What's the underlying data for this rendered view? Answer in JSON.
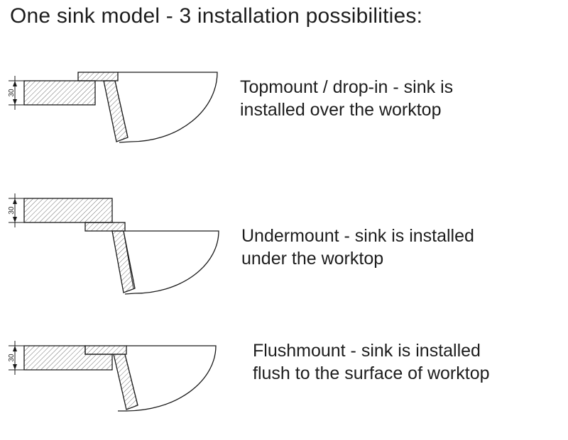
{
  "title": "One sink model - 3 installation possibilities:",
  "rows": [
    {
      "id": "topmount",
      "dimension": "30",
      "label_line1": "Topmount / drop-in - sink is",
      "label_line2": "installed over the worktop"
    },
    {
      "id": "undermount",
      "dimension": "30",
      "label_line1": "Undermount - sink is installed",
      "label_line2": "under the worktop"
    },
    {
      "id": "flushmount",
      "dimension": "30",
      "label_line1": "Flushmount - sink is installed",
      "label_line2": "flush to the surface of worktop"
    }
  ],
  "colors": {
    "line": "#1a1a1a",
    "text": "#1d1d1d",
    "background": "#ffffff"
  }
}
